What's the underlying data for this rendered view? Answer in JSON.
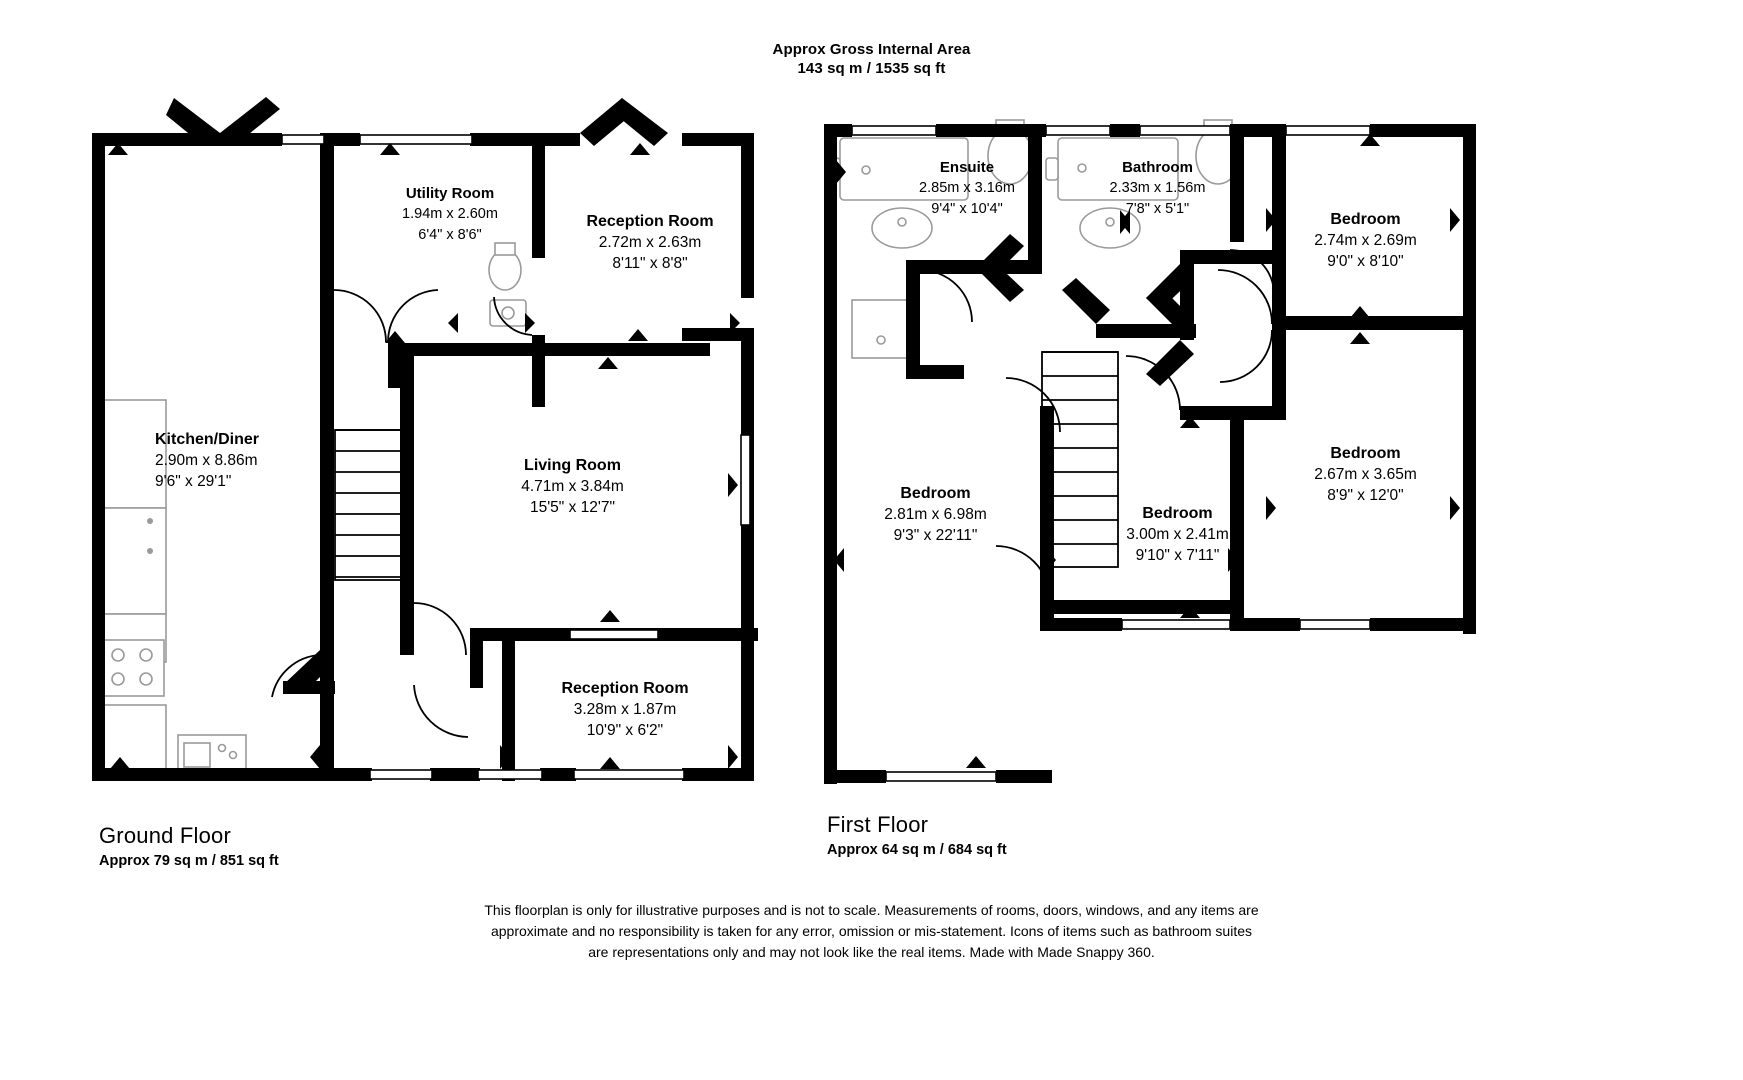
{
  "header": {
    "line1": "Approx Gross Internal Area",
    "line2": "143 sq m / 1535 sq ft"
  },
  "floors": [
    {
      "id": "ground",
      "title": "Ground Floor",
      "subtitle": "Approx 79 sq m / 851 sq ft",
      "rooms": [
        {
          "key": "utility-room",
          "name": "Utility Room",
          "metric": "1.94m x 2.60m",
          "imperial": "6'4\" x 8'6\""
        },
        {
          "key": "reception-room-upper",
          "name": "Reception Room",
          "metric": "2.72m x 2.63m",
          "imperial": "8'11\" x 8'8\""
        },
        {
          "key": "kitchen-diner",
          "name": "Kitchen/Diner",
          "metric": "2.90m x 8.86m",
          "imperial": "9'6\" x 29'1\""
        },
        {
          "key": "living-room",
          "name": "Living Room",
          "metric": "4.71m x 3.84m",
          "imperial": "15'5\" x 12'7\""
        },
        {
          "key": "reception-room-lower",
          "name": "Reception Room",
          "metric": "3.28m x 1.87m",
          "imperial": "10'9\" x 6'2\""
        }
      ]
    },
    {
      "id": "first",
      "title": "First Floor",
      "subtitle": "Approx 64 sq m / 684 sq ft",
      "rooms": [
        {
          "key": "ensuite",
          "name": "Ensuite",
          "metric": "2.85m x 3.16m",
          "imperial": "9'4\" x 10'4\""
        },
        {
          "key": "bathroom",
          "name": "Bathroom",
          "metric": "2.33m x 1.56m",
          "imperial": "7'8\" x 5'1\""
        },
        {
          "key": "bedroom-top-right",
          "name": "Bedroom",
          "metric": "2.74m x 2.69m",
          "imperial": "9'0\" x 8'10\""
        },
        {
          "key": "bedroom-right",
          "name": "Bedroom",
          "metric": "2.67m x 3.65m",
          "imperial": "8'9\" x 12'0\""
        },
        {
          "key": "bedroom-left",
          "name": "Bedroom",
          "metric": "2.81m x 6.98m",
          "imperial": "9'3\" x 22'11\""
        },
        {
          "key": "bedroom-middle",
          "name": "Bedroom",
          "metric": "3.00m x 2.41m",
          "imperial": "9'10\" x 7'11\""
        }
      ]
    }
  ],
  "disclaimer": {
    "line1": "This floorplan is only for illustrative purposes and is not to scale. Measurements of rooms, doors, windows, and any items are",
    "line2": "approximate and no responsibility is taken for any error, omission or mis-statement. Icons of items such as bathroom suites",
    "line3": "are representations only and may not look like the real items. Made with Made Snappy 360."
  },
  "colors": {
    "wall": "#000000",
    "background": "#ffffff",
    "fixture_outline": "#9a9a9a",
    "text": "#000000"
  }
}
